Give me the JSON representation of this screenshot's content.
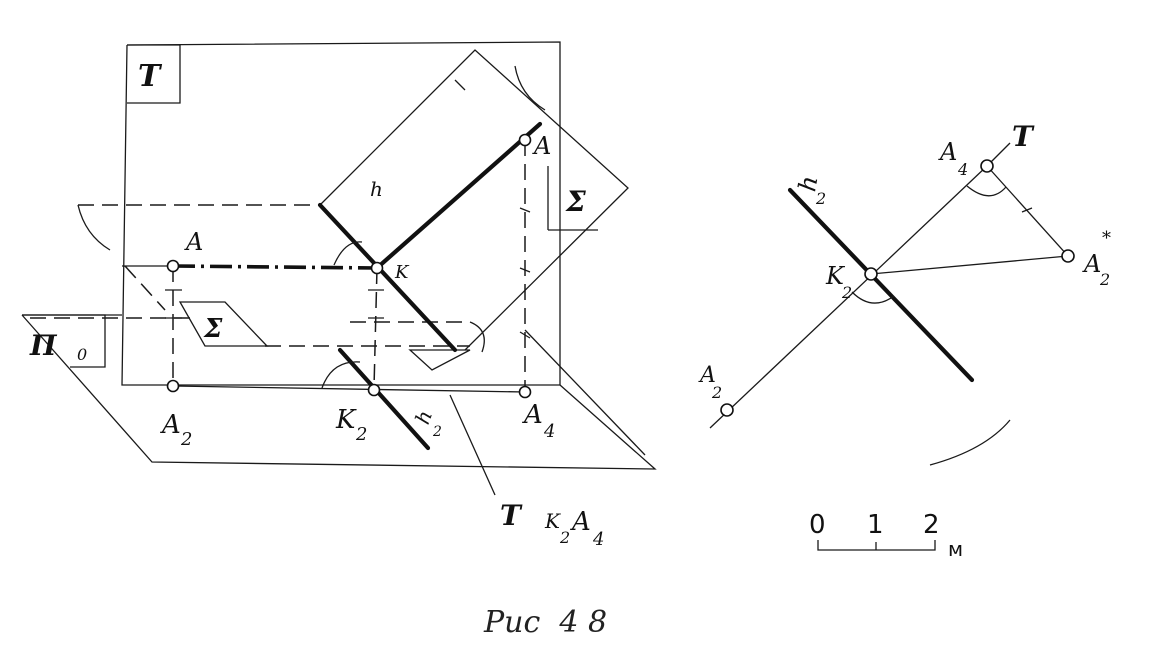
{
  "labels": {
    "T_box": "T",
    "Sigma_box": "Σ",
    "Sigma_small": "Σ",
    "Pi0": "Π",
    "Pi0_sub": "0",
    "A_top": "A",
    "A_left": "A",
    "K": "K",
    "A2": "A",
    "A2_sub": "2",
    "K2": "K",
    "K2_sub": "2",
    "h2_small": "h",
    "h2_small_sub": "2",
    "A4": "A",
    "A4_sub": "4",
    "T_bottom": "T",
    "K2A4_K": "K",
    "K2A4_K_sub": "2",
    "K2A4_A": "A",
    "K2A4_A_sub": "4",
    "h_top": "h"
  },
  "right_labels": {
    "T": "T",
    "A4": "A",
    "A4_sub": "4",
    "h2": "h",
    "h2_sub": "2",
    "K2": "K",
    "K2_sub": "2",
    "A2star": "A",
    "A2star_sub": "2",
    "A2star_sup": "*",
    "A2": "A",
    "A2_sub": "2"
  },
  "scale": {
    "ticks": [
      "0",
      "1",
      "2"
    ],
    "unit": "м"
  },
  "caption": "Рис  4 8"
}
